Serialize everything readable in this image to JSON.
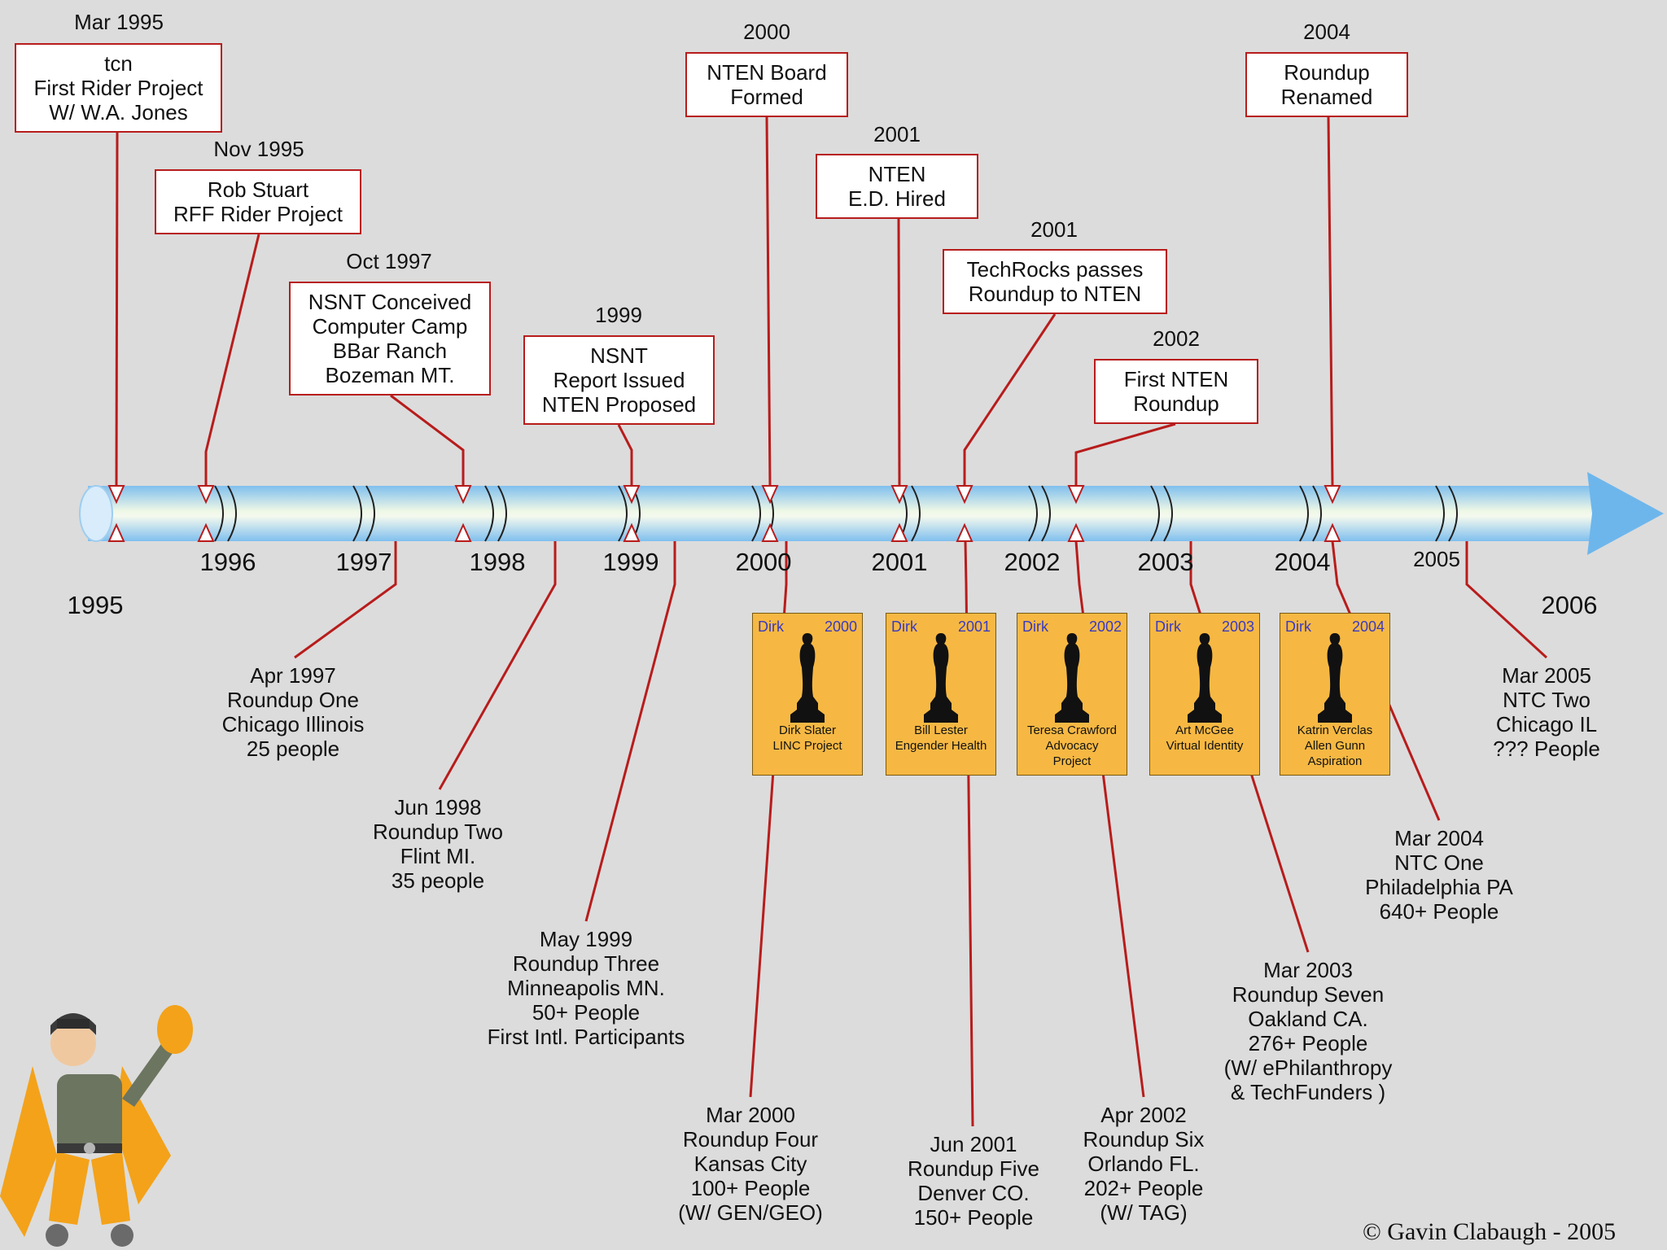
{
  "axis_years": [
    {
      "label": "1995"
    },
    {
      "label": "1996"
    },
    {
      "label": "1997"
    },
    {
      "label": "1998"
    },
    {
      "label": "1999"
    },
    {
      "label": "2000"
    },
    {
      "label": "2001"
    },
    {
      "label": "2002"
    },
    {
      "label": "2003"
    },
    {
      "label": "2004"
    },
    {
      "label": "2005"
    },
    {
      "label": "2006"
    }
  ],
  "upper_events": [
    {
      "date": "Mar 1995",
      "lines": [
        "tcn",
        "First Rider Project",
        "W/ W.A. Jones"
      ]
    },
    {
      "date": "Nov 1995",
      "lines": [
        "Rob Stuart",
        "RFF Rider Project"
      ]
    },
    {
      "date": "Oct 1997",
      "lines": [
        "NSNT Conceived",
        "Computer Camp",
        "BBar Ranch",
        "Bozeman MT."
      ]
    },
    {
      "date": "1999",
      "lines": [
        "NSNT",
        "Report Issued",
        "NTEN Proposed"
      ]
    },
    {
      "date": "2000",
      "lines": [
        "NTEN Board",
        "Formed"
      ]
    },
    {
      "date": "2001",
      "lines": [
        "NTEN",
        "E.D. Hired"
      ]
    },
    {
      "date": "2001",
      "lines": [
        "TechRocks passes",
        "Roundup to NTEN"
      ]
    },
    {
      "date": "2002",
      "lines": [
        "First NTEN",
        "Roundup"
      ]
    },
    {
      "date": "2004",
      "lines": [
        "Roundup",
        "Renamed"
      ]
    }
  ],
  "lower_events": [
    {
      "lines": [
        "Apr 1997",
        "Roundup One",
        "Chicago Illinois",
        "25 people"
      ]
    },
    {
      "lines": [
        "Jun 1998",
        "Roundup Two",
        "Flint MI.",
        "35 people"
      ]
    },
    {
      "lines": [
        "May 1999",
        "Roundup Three",
        "Minneapolis MN.",
        "50+ People",
        "First Intl. Participants"
      ]
    },
    {
      "lines": [
        "Mar 2000",
        "Roundup Four",
        "Kansas City",
        "100+ People",
        "(W/ GEN/GEO)"
      ]
    },
    {
      "lines": [
        "Jun 2001",
        "Roundup Five",
        "Denver CO.",
        "150+ People"
      ]
    },
    {
      "lines": [
        "Apr 2002",
        "Roundup Six",
        "Orlando FL.",
        "202+ People",
        "(W/ TAG)"
      ]
    },
    {
      "lines": [
        "Mar 2003",
        "Roundup Seven",
        "Oakland CA.",
        "276+ People",
        "(W/ ePhilanthropy",
        "& TechFunders )"
      ]
    },
    {
      "lines": [
        "Mar 2004",
        "NTC One",
        "Philadelphia PA",
        "640+ People"
      ]
    },
    {
      "lines": [
        "Mar 2005",
        "NTC Two",
        "Chicago IL",
        "??? People"
      ]
    }
  ],
  "awards": [
    {
      "name": "Dirk",
      "year": "2000",
      "caption": [
        "Dirk Slater",
        "LINC Project"
      ]
    },
    {
      "name": "Dirk",
      "year": "2001",
      "caption": [
        "Bill Lester",
        "Engender Health"
      ]
    },
    {
      "name": "Dirk",
      "year": "2002",
      "caption": [
        "Teresa Crawford",
        "Advocacy",
        "Project"
      ]
    },
    {
      "name": "Dirk",
      "year": "2003",
      "caption": [
        "Art McGee",
        "Virtual Identity"
      ]
    },
    {
      "name": "Dirk",
      "year": "2004",
      "caption": [
        "Katrin Verclas",
        "Allen Gunn",
        "Aspiration"
      ]
    }
  ],
  "copyright": "© Gavin Clabaugh - 2005",
  "colors": {
    "connector": "#b81c1c",
    "award_bg": "#f6b843",
    "award_text": "#3a3ac0",
    "bar_light": "#eef7e6",
    "bar_blue": "#7fbfee"
  }
}
